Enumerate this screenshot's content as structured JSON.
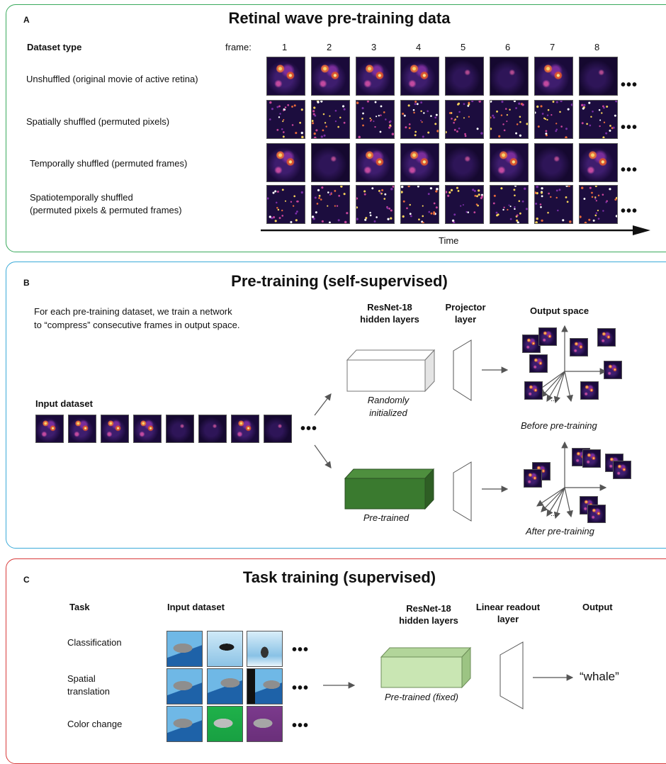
{
  "panelA": {
    "letter": "A",
    "title": "Retinal wave pre-training data",
    "dataset_type_label": "Dataset type",
    "frame_label": "frame:",
    "frames": [
      "1",
      "2",
      "3",
      "4",
      "5",
      "6",
      "7",
      "8"
    ],
    "rows": [
      {
        "label": "Unshuffled (original movie of active retina)",
        "kind": "blob"
      },
      {
        "label": "Spatially shuffled (permuted pixels)",
        "kind": "noise"
      },
      {
        "label": "Temporally shuffled (permuted frames)",
        "kind": "blob"
      },
      {
        "label_line1": "Spatiotemporally shuffled",
        "label_line2": "(permuted pixels & permuted frames)",
        "kind": "noise"
      }
    ],
    "ellipsis": "•••",
    "time_label": "Time",
    "border_color": "#3aaa5c"
  },
  "panelB": {
    "letter": "B",
    "title": "Pre-training (self-supervised)",
    "description_line1": "For each pre-training dataset, we train a network",
    "description_line2": "to “compress” consecutive frames in output space.",
    "input_dataset_label": "Input dataset",
    "resnet_label_line1": "ResNet-18",
    "resnet_label_line2": "hidden layers",
    "projector_label_line1": "Projector",
    "projector_label_line2": "layer",
    "output_space_label": "Output space",
    "random_init_line1": "Randomly",
    "random_init_line2": "initialized",
    "pretrained_label": "Pre-trained",
    "before_label": "Before pre-training",
    "after_label": "After pre-training",
    "axis_dots": "...",
    "ellipsis": "•••",
    "border_color": "#3aaad8",
    "pretrained_color": "#3a7a2f"
  },
  "panelC": {
    "letter": "C",
    "title": "Task training (supervised)",
    "task_header": "Task",
    "input_header": "Input dataset",
    "resnet_label_line1": "ResNet-18",
    "resnet_label_line2": "hidden layers",
    "readout_label_line1": "Linear readout",
    "readout_label_line2": "layer",
    "output_header": "Output",
    "tasks": [
      {
        "line1": "Classification",
        "line2": ""
      },
      {
        "line1": "Spatial",
        "line2": "translation"
      },
      {
        "line1": "Color change",
        "line2": ""
      }
    ],
    "fixed_label": "Pre-trained (fixed)",
    "output_value": "“whale”",
    "ellipsis": "•••",
    "border_color": "#d83a3a",
    "fixed_color": "#c9e6b3"
  }
}
